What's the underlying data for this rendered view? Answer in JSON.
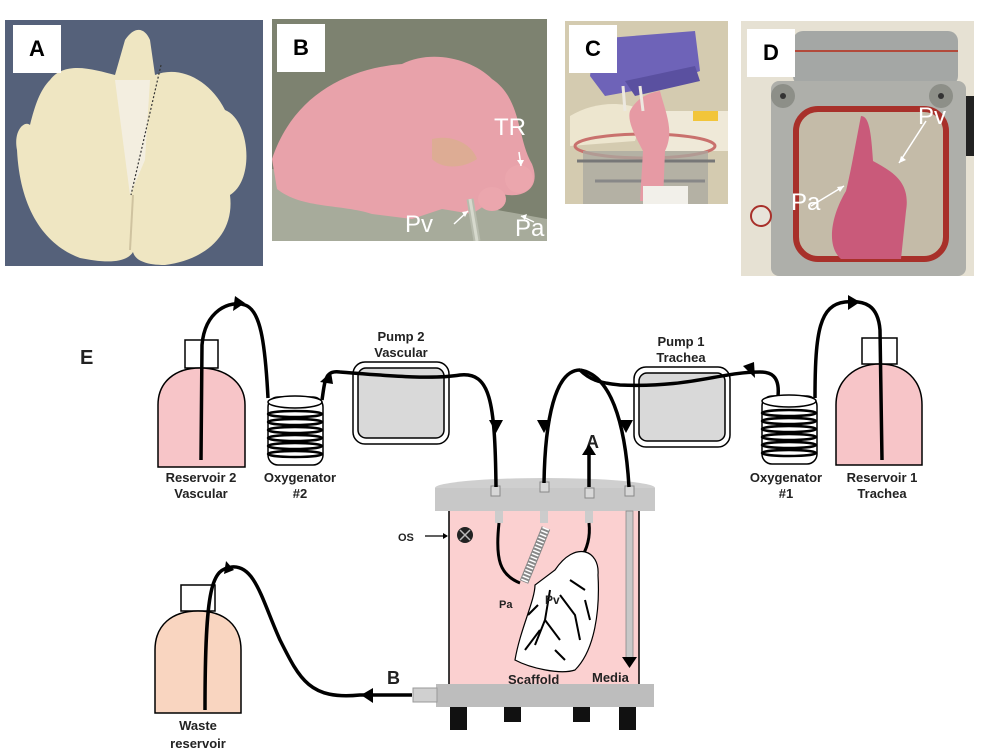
{
  "figure": {
    "panels": [
      {
        "id": "A",
        "label": "A",
        "description": "decellularized lung scaffold, two lobes, dotted dividing line",
        "background": "#55617a",
        "tissue_color": "#efe6c2"
      },
      {
        "id": "B",
        "label": "B",
        "description": "pink lung on metal tray with cannulas",
        "annotations": [
          "TR",
          "Pv",
          "Pa"
        ],
        "background": "#8a8e7a",
        "tissue_color": "#e8a2aa"
      },
      {
        "id": "C",
        "label": "C",
        "description": "gloved hand lowering lung into bioreactor",
        "glove_color": "#6e63b8",
        "tissue_color": "#e69aa4"
      },
      {
        "id": "D",
        "label": "D",
        "description": "lung inside bioreactor chamber window",
        "annotations": [
          "Pv",
          "Pa"
        ],
        "gasket_color": "#b13a2e",
        "tissue_color": "#c95a7a"
      }
    ],
    "diagram": {
      "label": "E",
      "components": {
        "reservoir2": {
          "line1": "Reservoir 2",
          "line2": "Vascular",
          "color": "#f7c5c8"
        },
        "oxygenator2": {
          "line1": "Oxygenator",
          "line2": "#2"
        },
        "pump2": {
          "line1": "Pump 2",
          "line2": "Vascular"
        },
        "pump1": {
          "line1": "Pump 1",
          "line2": "Trachea"
        },
        "oxygenator1": {
          "line1": "Oxygenator",
          "line2": "#1"
        },
        "reservoir1": {
          "line1": "Reservoir 1",
          "line2": "Trachea",
          "color": "#f7c5c8"
        },
        "waste": {
          "line1": "Waste",
          "line2": "reservoir",
          "color": "#f9d5c0"
        },
        "bioreactor": {
          "chamber_color": "#fbd0d0",
          "lid_color": "#c8c8c8",
          "labels": {
            "os": "OS",
            "pa": "Pa",
            "pv": "Pv",
            "scaffold": "Scaffold",
            "media": "Media",
            "outlet_a": "A",
            "outlet_b": "B"
          }
        },
        "pump_fill": "#d9d9d9"
      }
    }
  }
}
